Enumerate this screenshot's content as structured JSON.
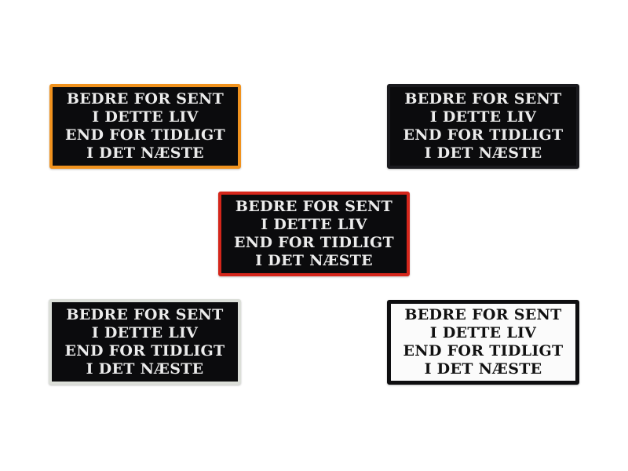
{
  "patch_text": [
    "BEDRE FOR SENT",
    "I DETTE LIV",
    "END FOR TIDLIGT",
    "I DET NÆSTE"
  ],
  "patches": [
    {
      "variant": "orange-border",
      "border_color": "#f0921e",
      "background": "#0b0b0d"
    },
    {
      "variant": "black-border",
      "border_color": "#1a1a1e",
      "background": "#0b0b0d"
    },
    {
      "variant": "red-border",
      "border_color": "#d5261b",
      "background": "#0b0b0d"
    },
    {
      "variant": "white-border",
      "border_color": "#dcdfd9",
      "background": "#0b0b0d"
    },
    {
      "variant": "white-background",
      "border_color": "#0e0e10",
      "background": "#fbfbfb"
    }
  ]
}
